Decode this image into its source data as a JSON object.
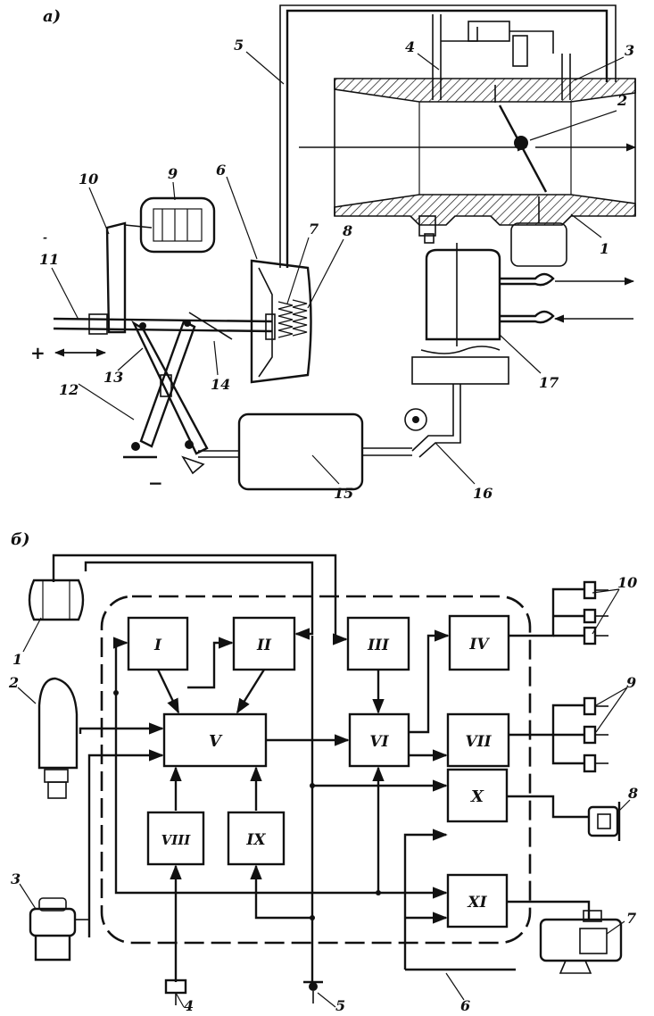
{
  "panel_a": {
    "label": "а)",
    "callouts": [
      "1",
      "2",
      "3",
      "4",
      "5",
      "6",
      "7",
      "8",
      "9",
      "10",
      "11",
      "12",
      "13",
      "14",
      "15",
      "16",
      "17"
    ],
    "signs": {
      "plus": "+",
      "minus": "−",
      "small_minus": "-"
    }
  },
  "panel_b": {
    "label": "б)",
    "blocks": [
      "I",
      "II",
      "III",
      "IV",
      "V",
      "VI",
      "VII",
      "VIII",
      "IX",
      "X",
      "XI"
    ],
    "callouts": [
      "1",
      "2",
      "3",
      "4",
      "5",
      "6",
      "7",
      "8",
      "9",
      "10"
    ]
  }
}
